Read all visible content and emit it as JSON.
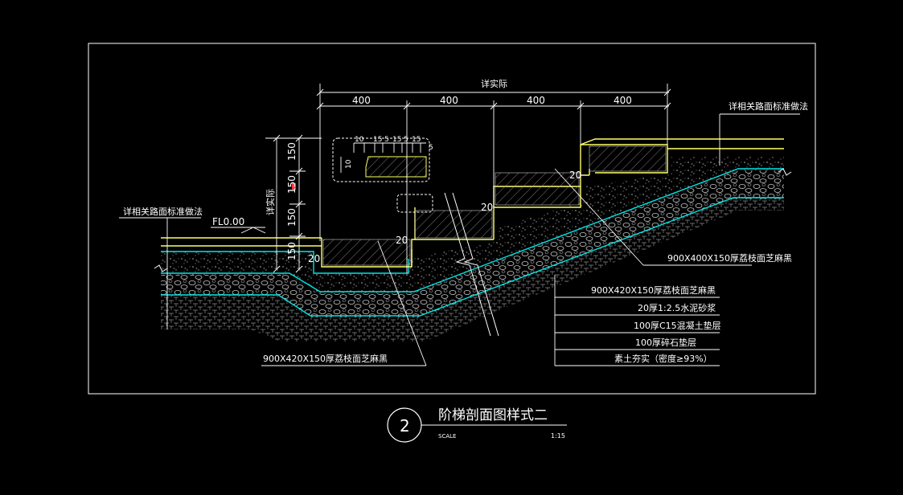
{
  "dimensions": {
    "overall_label": "详实际",
    "horizontal": [
      "400",
      "400",
      "400",
      "400"
    ],
    "vertical": [
      "150",
      "150",
      "150",
      "150"
    ],
    "vertical_label": "详实际",
    "detail_labels": [
      "10",
      "15",
      "5",
      "15",
      "5",
      "15",
      "5",
      "10"
    ],
    "joint_labels": [
      "20",
      "20",
      "20",
      "20"
    ]
  },
  "annotations": {
    "top_right": "详相关路面标准做法",
    "left": "详相关路面标准做法",
    "floor_level": "FL0.00",
    "step_slab_right": "900X400X150厚荔枝面芝麻黑",
    "step_slab_left": "900X420X150厚荔枝面芝麻黑"
  },
  "layers": [
    "900X420X150厚荔枝面芝麻黑",
    "20厚1:2.5水泥砂浆",
    "100厚C15混凝土垫层",
    "100厚碎石垫层",
    "素土夯实（密度≥93%）"
  ],
  "title_block": {
    "number": "2",
    "title": "阶梯剖面图样式二",
    "scale_label": "SCALE",
    "scale_value": "1:15"
  },
  "colors": {
    "background": "#000000",
    "line": "#ffffff",
    "paving": "#ffff66",
    "membrane": "#00e5e5",
    "text": "#ffffff",
    "marker": "#ff3333"
  }
}
